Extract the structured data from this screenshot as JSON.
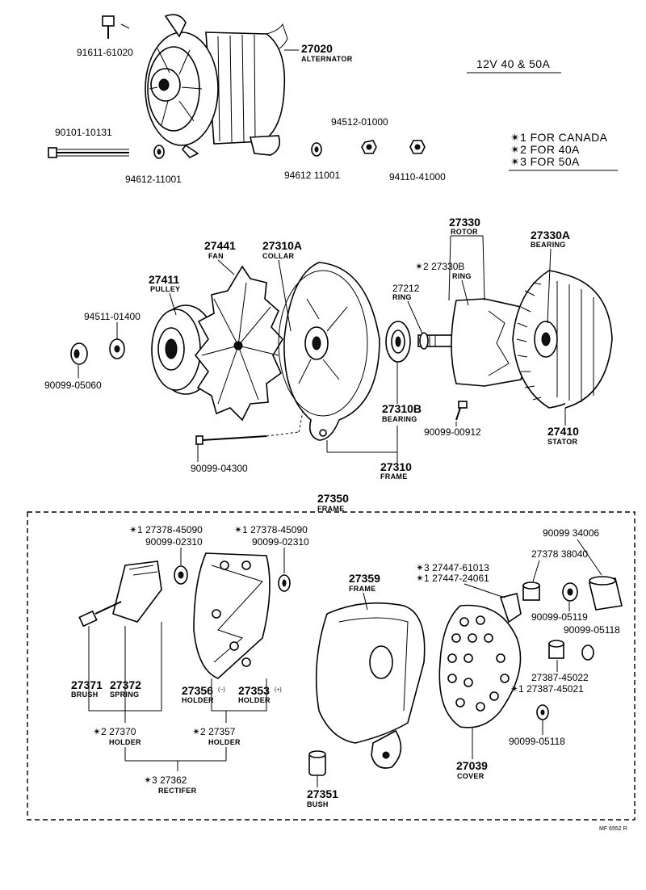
{
  "spec": "12V  40 & 50A",
  "notes": [
    "✴1 FOR  CANADA",
    "✴2 FOR  40A",
    "✴3 FOR  50A"
  ],
  "labels": {
    "p91611": "91611-61020",
    "p27020": "27020",
    "alternator": "ALTERNATOR",
    "p90101": "90101-10131",
    "p94612a": "94612-11001",
    "p94612b": "94612 11001",
    "p94512": "94512-01000",
    "p94110": "94110-41000",
    "p27330": "27330",
    "rotor": "ROTOR",
    "p27330a": "27330A",
    "bearing_a": "BEARING",
    "p27441": "27441",
    "fan": "FAN",
    "p27310a": "27310A",
    "collar": "COLLAR",
    "p27330b": "✴2 27330B",
    "ring_b": "RING",
    "p27411": "27411",
    "pulley": "PULLEY",
    "p27212": "27212",
    "ring_212": "RING",
    "p94511": "94511-01400",
    "p90099_05060": "90099-05060",
    "p27310b": "27310B",
    "bearing_b": "BEARING",
    "p90099_00912": "90099-00912",
    "p27410": "27410",
    "stator": "STATOR",
    "p90099_04300": "90099-04300",
    "p27310": "27310",
    "frame_310": "FRAME",
    "p27350": "27350",
    "frame_350": "FRAME",
    "p27378_l": "✴1 27378-45090",
    "p90099_02310_l": "90099-02310",
    "p27378_r": "✴1 27378-45090",
    "p90099_02310_r": "90099-02310",
    "p90099_34006": "90099 34006",
    "p27378_38040": "27378 38040",
    "p27447_61013": "✴3 27447-61013",
    "p27447_24061": "✴1 27447-24061",
    "p27359": "27359",
    "frame_359": "FRAME",
    "p90099_05119": "90099-05119",
    "p90099_05118a": "90099-05118",
    "p27387_45022": "27387-45022",
    "p27387_45021": "✴1 27387-45021",
    "p90099_05118b": "90099-05118",
    "p27371": "27371",
    "brush": "BRUSH",
    "p27372": "27372",
    "spring": "SPRING",
    "p27356": "27356",
    "minus": "(−)",
    "holder_356": "HOLDER",
    "p27353": "27353",
    "plus": "(+)",
    "holder_353": "HOLDER",
    "p27370": "✴2 27370",
    "holder_370": "HOLDER",
    "p27357": "✴2 27357",
    "holder_357": "HOLDER",
    "p27039": "27039",
    "cover": "COVER",
    "p27362": "✴3 27362",
    "rectifier": "RECTIFER",
    "p27351": "27351",
    "bush": "BUSH",
    "code": "MF 6552 R"
  }
}
